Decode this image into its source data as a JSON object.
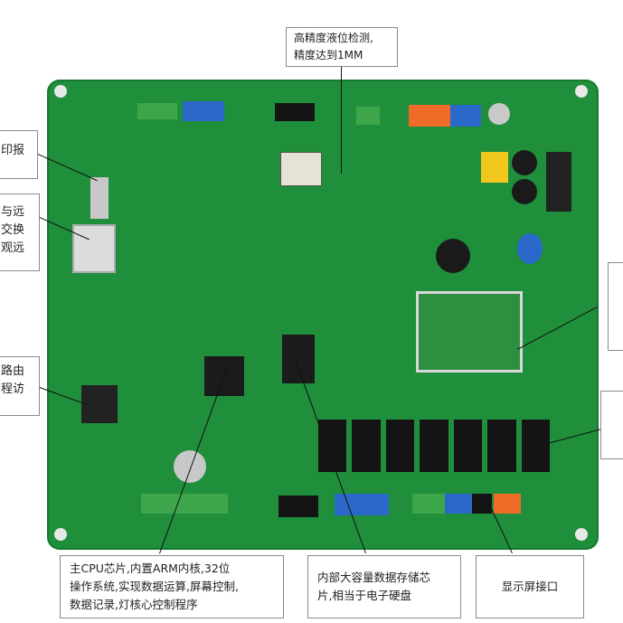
{
  "photo_description_text": "",
  "callouts": {
    "top_center": "高精度液位检测,\n精度达到1MM",
    "left_1": "印报",
    "left_2": "与远\n交换\n观远",
    "left_3": "路由\n程访",
    "right_1": "",
    "right_2": "",
    "bottom_left": "主CPU芯片,内置ARM内核,32位\n操作系统,实现数据运算,屏幕控制,\n数据记录,灯核心控制程序",
    "bottom_center": "内部大容量数据存储芯\n片,相当于电子硬盘",
    "bottom_right": "显示屏接口"
  },
  "colors": {
    "pcb_green": "#1f8f3c",
    "connector_blue": "#2a68c9",
    "connector_orange": "#f06a28",
    "connector_green": "#3da64b",
    "relay_black": "#141414"
  }
}
